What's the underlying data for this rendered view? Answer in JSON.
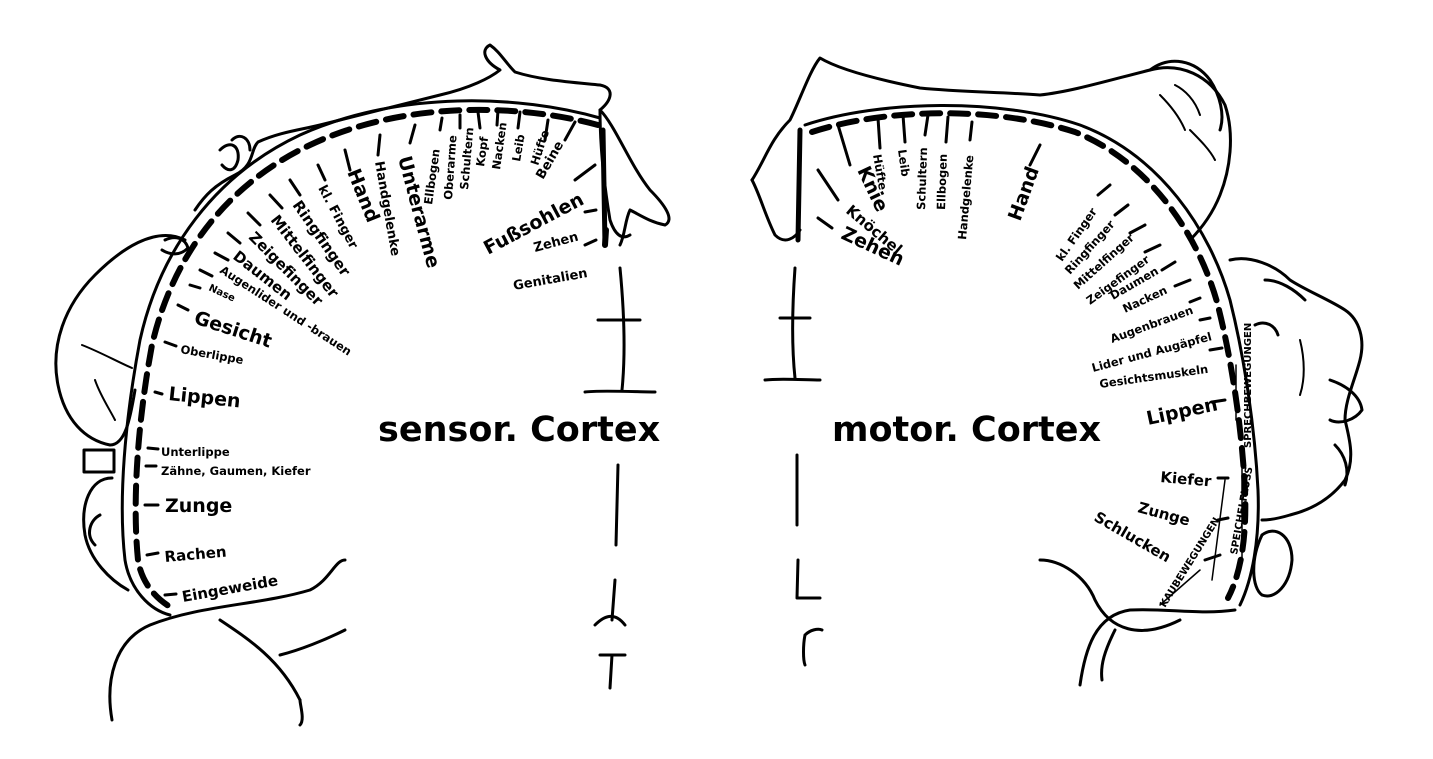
{
  "sensory": {
    "title": "sensor. Cortex",
    "labels": [
      "Fußsohlen",
      "Zehen",
      "Genitalien",
      "Beine",
      "Hüfte",
      "Leib",
      "Nacken",
      "Kopf",
      "Schultern",
      "Oberarme",
      "Ellbogen",
      "Unterarme",
      "Handgelenke",
      "Hand",
      "kl. Finger",
      "Ringfinger",
      "Mittelfinger",
      "Zeigefinger",
      "Daumen",
      "Augenlider und -brauen",
      "Nase",
      "Gesicht",
      "Oberlippe",
      "Lippen",
      "Unterlippe",
      "Zähne, Gaumen, Kiefer",
      "Zunge",
      "Rachen",
      "Eingeweide"
    ]
  },
  "motor": {
    "title": "motor. Cortex",
    "labels": [
      "Zehen",
      "Knöchel",
      "Knie",
      "Hüfte",
      "Leib",
      "Schultern",
      "Ellbogen",
      "Handgelenke",
      "Hand",
      "kl. Finger",
      "Ringfinger",
      "Mittelfinger",
      "Zeigefinger",
      "Daumen",
      "Nacken",
      "Augenbrauen",
      "Lider und Augäpfel",
      "Gesichtsmuskeln",
      "Lippen",
      "Kiefer",
      "Zunge",
      "Schlucken",
      "SPRECHBEWEGUNGEN",
      "SPEICHELFLUSS",
      "KAUBEWEGUNGEN"
    ]
  },
  "colors": {
    "ink": "#000000",
    "paper": "#ffffff"
  }
}
